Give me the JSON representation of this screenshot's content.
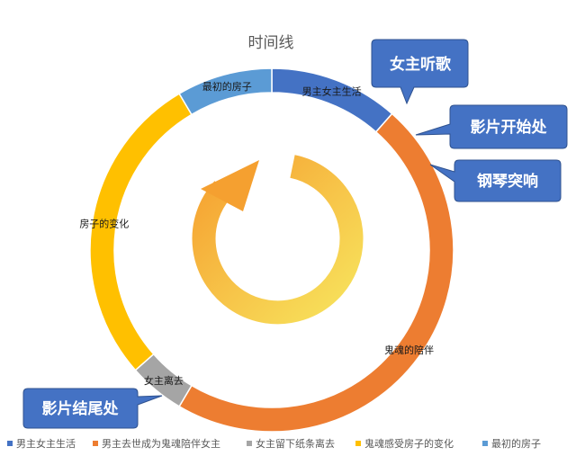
{
  "chart_data": {
    "type": "pie",
    "variant": "doughnut",
    "title": "时间线",
    "series": [
      {
        "name": "",
        "values": [
          {
            "label": "男主女主生活",
            "value": 11.5,
            "color": "#4472C4"
          },
          {
            "label": "鬼魂的陪伴",
            "value": 47.0,
            "color": "#ED7D31"
          },
          {
            "label": "女主离去",
            "value": 5.0,
            "color": "#A5A5A5"
          },
          {
            "label": "房子的变化",
            "value": 28.0,
            "color": "#FFC000"
          },
          {
            "label": "最初的房子",
            "value": 8.5,
            "color": "#5B9BD5"
          }
        ]
      }
    ],
    "legend": {
      "position": "bottom",
      "entries": [
        {
          "label": "男主女主生活",
          "color": "#4472C4"
        },
        {
          "label": "男主去世成为鬼魂陪伴女主",
          "color": "#ED7D31"
        },
        {
          "label": "女主留下纸条离去",
          "color": "#A5A5A5"
        },
        {
          "label": "鬼魂感受房子的变化",
          "color": "#FFC000"
        },
        {
          "label": "最初的房子",
          "color": "#5B9BD5"
        }
      ]
    },
    "annotations": [
      {
        "text": "女主听歌",
        "color": "#4472C4"
      },
      {
        "text": "影片开始处",
        "color": "#4472C4"
      },
      {
        "text": "钢琴突响",
        "color": "#4472C4"
      },
      {
        "text": "影片结尾处",
        "color": "#4472C4"
      }
    ],
    "center_graphic": "circular-arrow-icon"
  }
}
